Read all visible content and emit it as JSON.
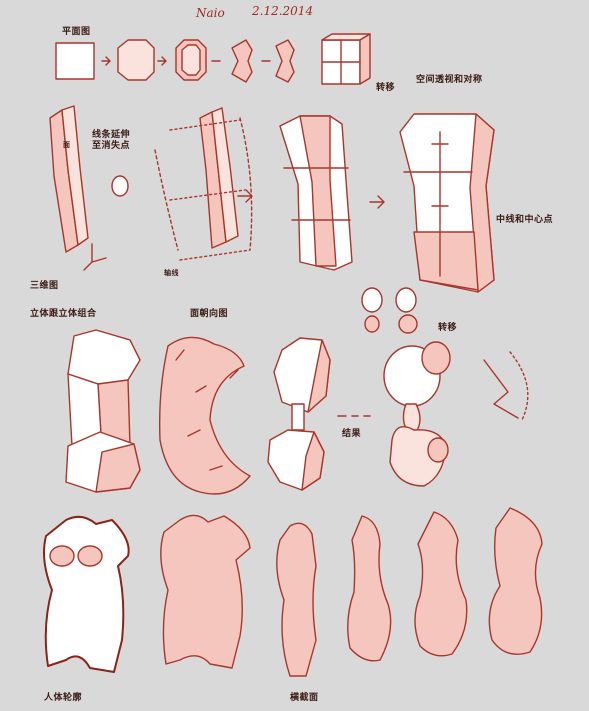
{
  "signature": "Naio",
  "date": "2.12.2014",
  "labels": {
    "plan_view": "平面图",
    "shift": "转移",
    "space_perspective": "空间透视和对称",
    "line_extension": "线条延伸\n至消失点",
    "three_view": "三维图",
    "centerline": "中线和中心点",
    "solid_combo": "立体跟立体组合",
    "face_direction": "面朝向图",
    "shift2": "转移",
    "result": "结果",
    "body_contour": "人体轮廓",
    "cross_section": "横截面",
    "axis_line": "轴线",
    "face_mark": "面"
  },
  "colors": {
    "line": "#a8362a",
    "dark": "#6e1c15",
    "fill": "#f5c6bd",
    "fill_light": "#fbe3dd",
    "bg": "#d9d9d9"
  }
}
